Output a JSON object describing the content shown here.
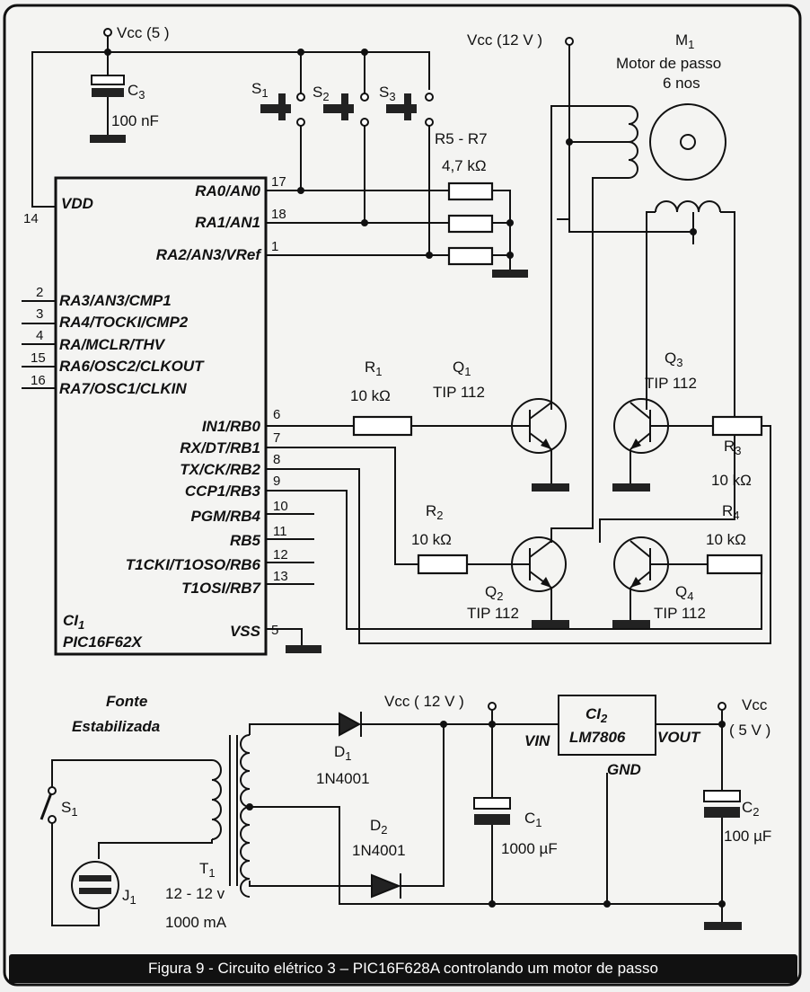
{
  "ic1": {
    "name_ci": "CI",
    "name_sub": "1",
    "part": "PIC16F62X",
    "vdd": "VDD",
    "vss": "VSS",
    "pins_right": [
      {
        "num": "17",
        "label": "RA0/AN0"
      },
      {
        "num": "18",
        "label": "RA1/AN1"
      },
      {
        "num": "1",
        "label": "RA2/AN3/VRef"
      },
      {
        "num": "6",
        "label": "IN1/RB0"
      },
      {
        "num": "7",
        "label": "RX/DT/RB1"
      },
      {
        "num": "8",
        "label": "TX/CK/RB2"
      },
      {
        "num": "9",
        "label": "CCP1/RB3"
      },
      {
        "num": "10",
        "label": "PGM/RB4"
      },
      {
        "num": "11",
        "label": "RB5"
      },
      {
        "num": "12",
        "label": "T1CKI/T1OSO/RB6"
      },
      {
        "num": "13",
        "label": "T1OSI/RB7"
      },
      {
        "num": "5",
        "label": "VSS"
      }
    ],
    "pins_left": [
      {
        "num": "14",
        "label": "VDD"
      },
      {
        "num": "2",
        "label": "RA3/AN3/CMP1"
      },
      {
        "num": "3",
        "label": "RA4/TOCKI/CMP2"
      },
      {
        "num": "4",
        "label": "RA/MCLR/THV"
      },
      {
        "num": "15",
        "label": "RA6/OSC2/CLKOUT"
      },
      {
        "num": "16",
        "label": "RA7/OSC1/CLKIN"
      }
    ]
  },
  "top": {
    "vcc5": "Vcc (5 )",
    "vcc12": "Vcc (12 V )",
    "c3": "C",
    "c3_sub": "3",
    "c3_val": "100 nF",
    "s1": "S",
    "s1_sub": "1",
    "s2": "S",
    "s2_sub": "2",
    "s3": "S",
    "s3_sub": "3",
    "r57": "R5 - R7",
    "r57_val": "4,7 kΩ",
    "m1": "M",
    "m1_sub": "1",
    "motor_line1": "Motor de passo",
    "motor_line2": "6 nos"
  },
  "drivers": {
    "r1": "R",
    "r1_sub": "1",
    "r1_val": "10 kΩ",
    "r2": "R",
    "r2_sub": "2",
    "r2_val": "10 kΩ",
    "r3": "R",
    "r3_sub": "3",
    "r3_val": "10 kΩ",
    "r4": "R",
    "r4_sub": "4",
    "r4_val": "10 kΩ",
    "q1": "Q",
    "q1_sub": "1",
    "q1_part": "TIP 112",
    "q2": "Q",
    "q2_sub": "2",
    "q2_part": "TIP 112",
    "q3": "Q",
    "q3_sub": "3",
    "q3_part": "TIP 112",
    "q4": "Q",
    "q4_sub": "4",
    "q4_part": "TIP 112"
  },
  "supply": {
    "title1": "Fonte",
    "title2": "Estabilizada",
    "vcc12": "Vcc ( 12 V )",
    "vcc": "Vcc",
    "vcc5": "( 5 V )",
    "ci2": "CI",
    "ci2_sub": "2",
    "ci2_part": "LM7806",
    "vin": "VIN",
    "vout": "VOUT",
    "gnd": "GND",
    "d1": "D",
    "d1_sub": "1",
    "d1_part": "1N4001",
    "d2": "D",
    "d2_sub": "2",
    "d2_part": "1N4001",
    "c1": "C",
    "c1_sub": "1",
    "c1_val": "1000 µF",
    "c2": "C",
    "c2_sub": "2",
    "c2_val": "100 µF",
    "s1": "S",
    "s1_sub": "1",
    "j1": "J",
    "j1_sub": "1",
    "t1": "T",
    "t1_sub": "1",
    "t1_line1": "12 - 12 v",
    "t1_line2": "1000 mA"
  },
  "caption": "Figura 9 - Circuito elétrico 3 – PIC16F628A controlando um motor de passo"
}
